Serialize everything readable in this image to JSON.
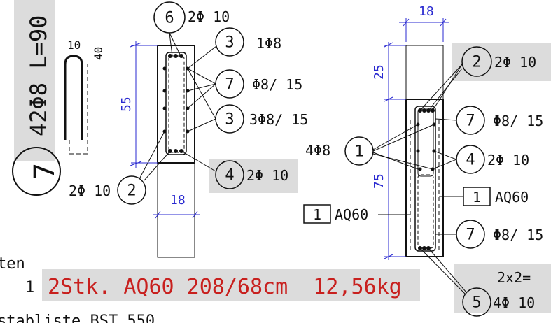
{
  "colors": {
    "label_bg": "#dcdcdc",
    "dimension": "#2a2ad0",
    "highlight_text": "#c8201e",
    "line": "#111111"
  },
  "left_panel": {
    "vertical_text": "42Φ8 L=90",
    "position_number": "7",
    "hook_dims": [
      "10",
      "40"
    ]
  },
  "column_detail": {
    "top_label_number": "6",
    "top_label_text": "2Φ 10",
    "callouts": [
      {
        "number": "3",
        "text": "1Φ8"
      },
      {
        "number": "7",
        "text": "Φ8/ 15"
      },
      {
        "number": "3",
        "text": "3Φ8/ 15"
      },
      {
        "number": "4",
        "text": "2Φ 10"
      }
    ],
    "bottom_left_number": "2",
    "bottom_left_text": "2Φ 10",
    "dim_height": "55",
    "dim_width": "18"
  },
  "wall_detail": {
    "dim_width": "18",
    "dim_upper": "25",
    "dim_lower": "75",
    "callouts": [
      {
        "number": "2",
        "text": "2Φ 10"
      },
      {
        "number": "7",
        "text": "Φ8/ 15"
      },
      {
        "number": "4",
        "text": "2Φ 10"
      },
      {
        "number": "7",
        "text": "Φ8/ 15"
      }
    ],
    "left_number": "1",
    "left_text": "4Φ8",
    "mesh_right_num": "1",
    "mesh_right_text": "AQ60",
    "mesh_left_num": "1",
    "mesh_left_text": "AQ60",
    "multiplier": "2x2=",
    "bottom_number": "5",
    "bottom_text": "4Φ 10"
  },
  "footer": {
    "list_label_partial": "ten",
    "row_number": "1",
    "summary": "2Stk. AQ60 208/68cm  12,56kg",
    "bottom_partial": "stabliste BST 550"
  }
}
